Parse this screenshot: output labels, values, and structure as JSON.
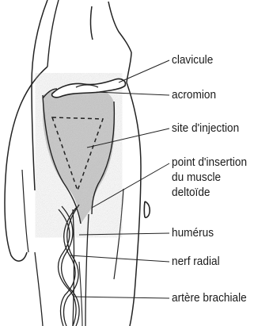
{
  "labels": {
    "clavicule": "clavicule",
    "acromion": "acromion",
    "site": "site d'injection",
    "insertion": [
      "point d'insertion",
      "du muscle",
      "deltoïde"
    ],
    "humerus": "humérus",
    "nerf": "nerf radial",
    "artere": "artère brachiale"
  },
  "colors": {
    "stroke": "#222222",
    "shade": "#c8c8c8",
    "text": "#1a1a1a"
  }
}
